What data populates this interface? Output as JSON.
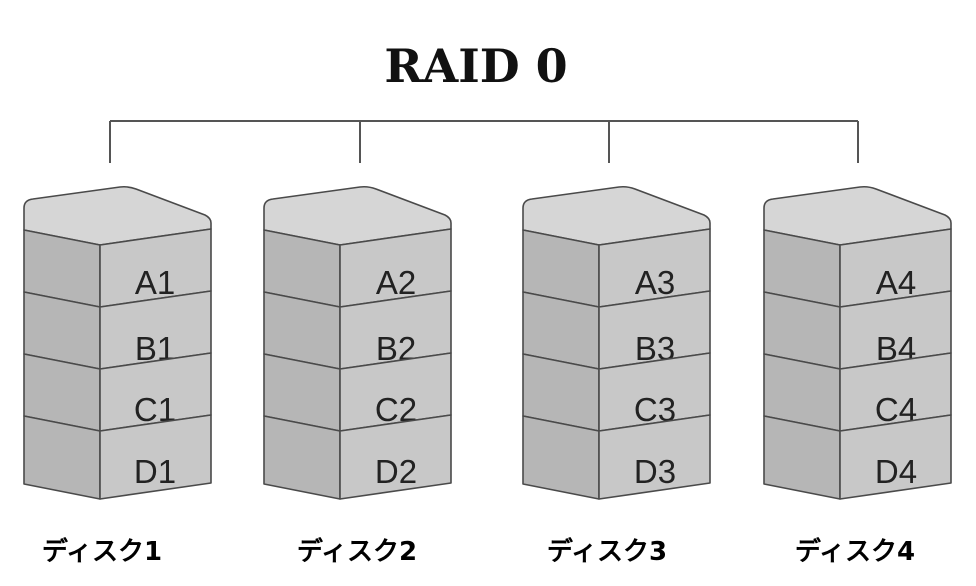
{
  "title": "RAID 0",
  "disks": [
    {
      "label": "ディスク1",
      "blocks": [
        "A1",
        "B1",
        "C1",
        "D1"
      ]
    },
    {
      "label": "ディスク2",
      "blocks": [
        "A2",
        "B2",
        "C2",
        "D2"
      ]
    },
    {
      "label": "ディスク3",
      "blocks": [
        "A3",
        "B3",
        "C3",
        "D3"
      ]
    },
    {
      "label": "ディスク4",
      "blocks": [
        "A4",
        "B4",
        "C4",
        "D4"
      ]
    }
  ],
  "colors": {
    "block_front": "#c8c8c8",
    "block_side": "#b6b6b6",
    "block_top": "#d6d6d6",
    "outline": "#4a4a4a",
    "connector": "#555555"
  }
}
